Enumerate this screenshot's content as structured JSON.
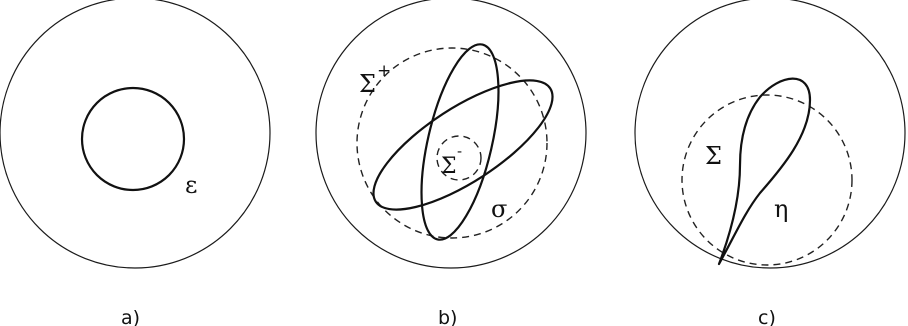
{
  "panels": [
    {
      "caption": "a)",
      "labels": {
        "curve": "ε"
      }
    },
    {
      "caption": "b)",
      "labels": {
        "outer": "Σ",
        "outer_sup": "+",
        "inner": "Σ",
        "inner_sup": "-",
        "curve": "σ"
      }
    },
    {
      "caption": "c)",
      "labels": {
        "circle": "Σ",
        "curve": "η"
      }
    }
  ]
}
